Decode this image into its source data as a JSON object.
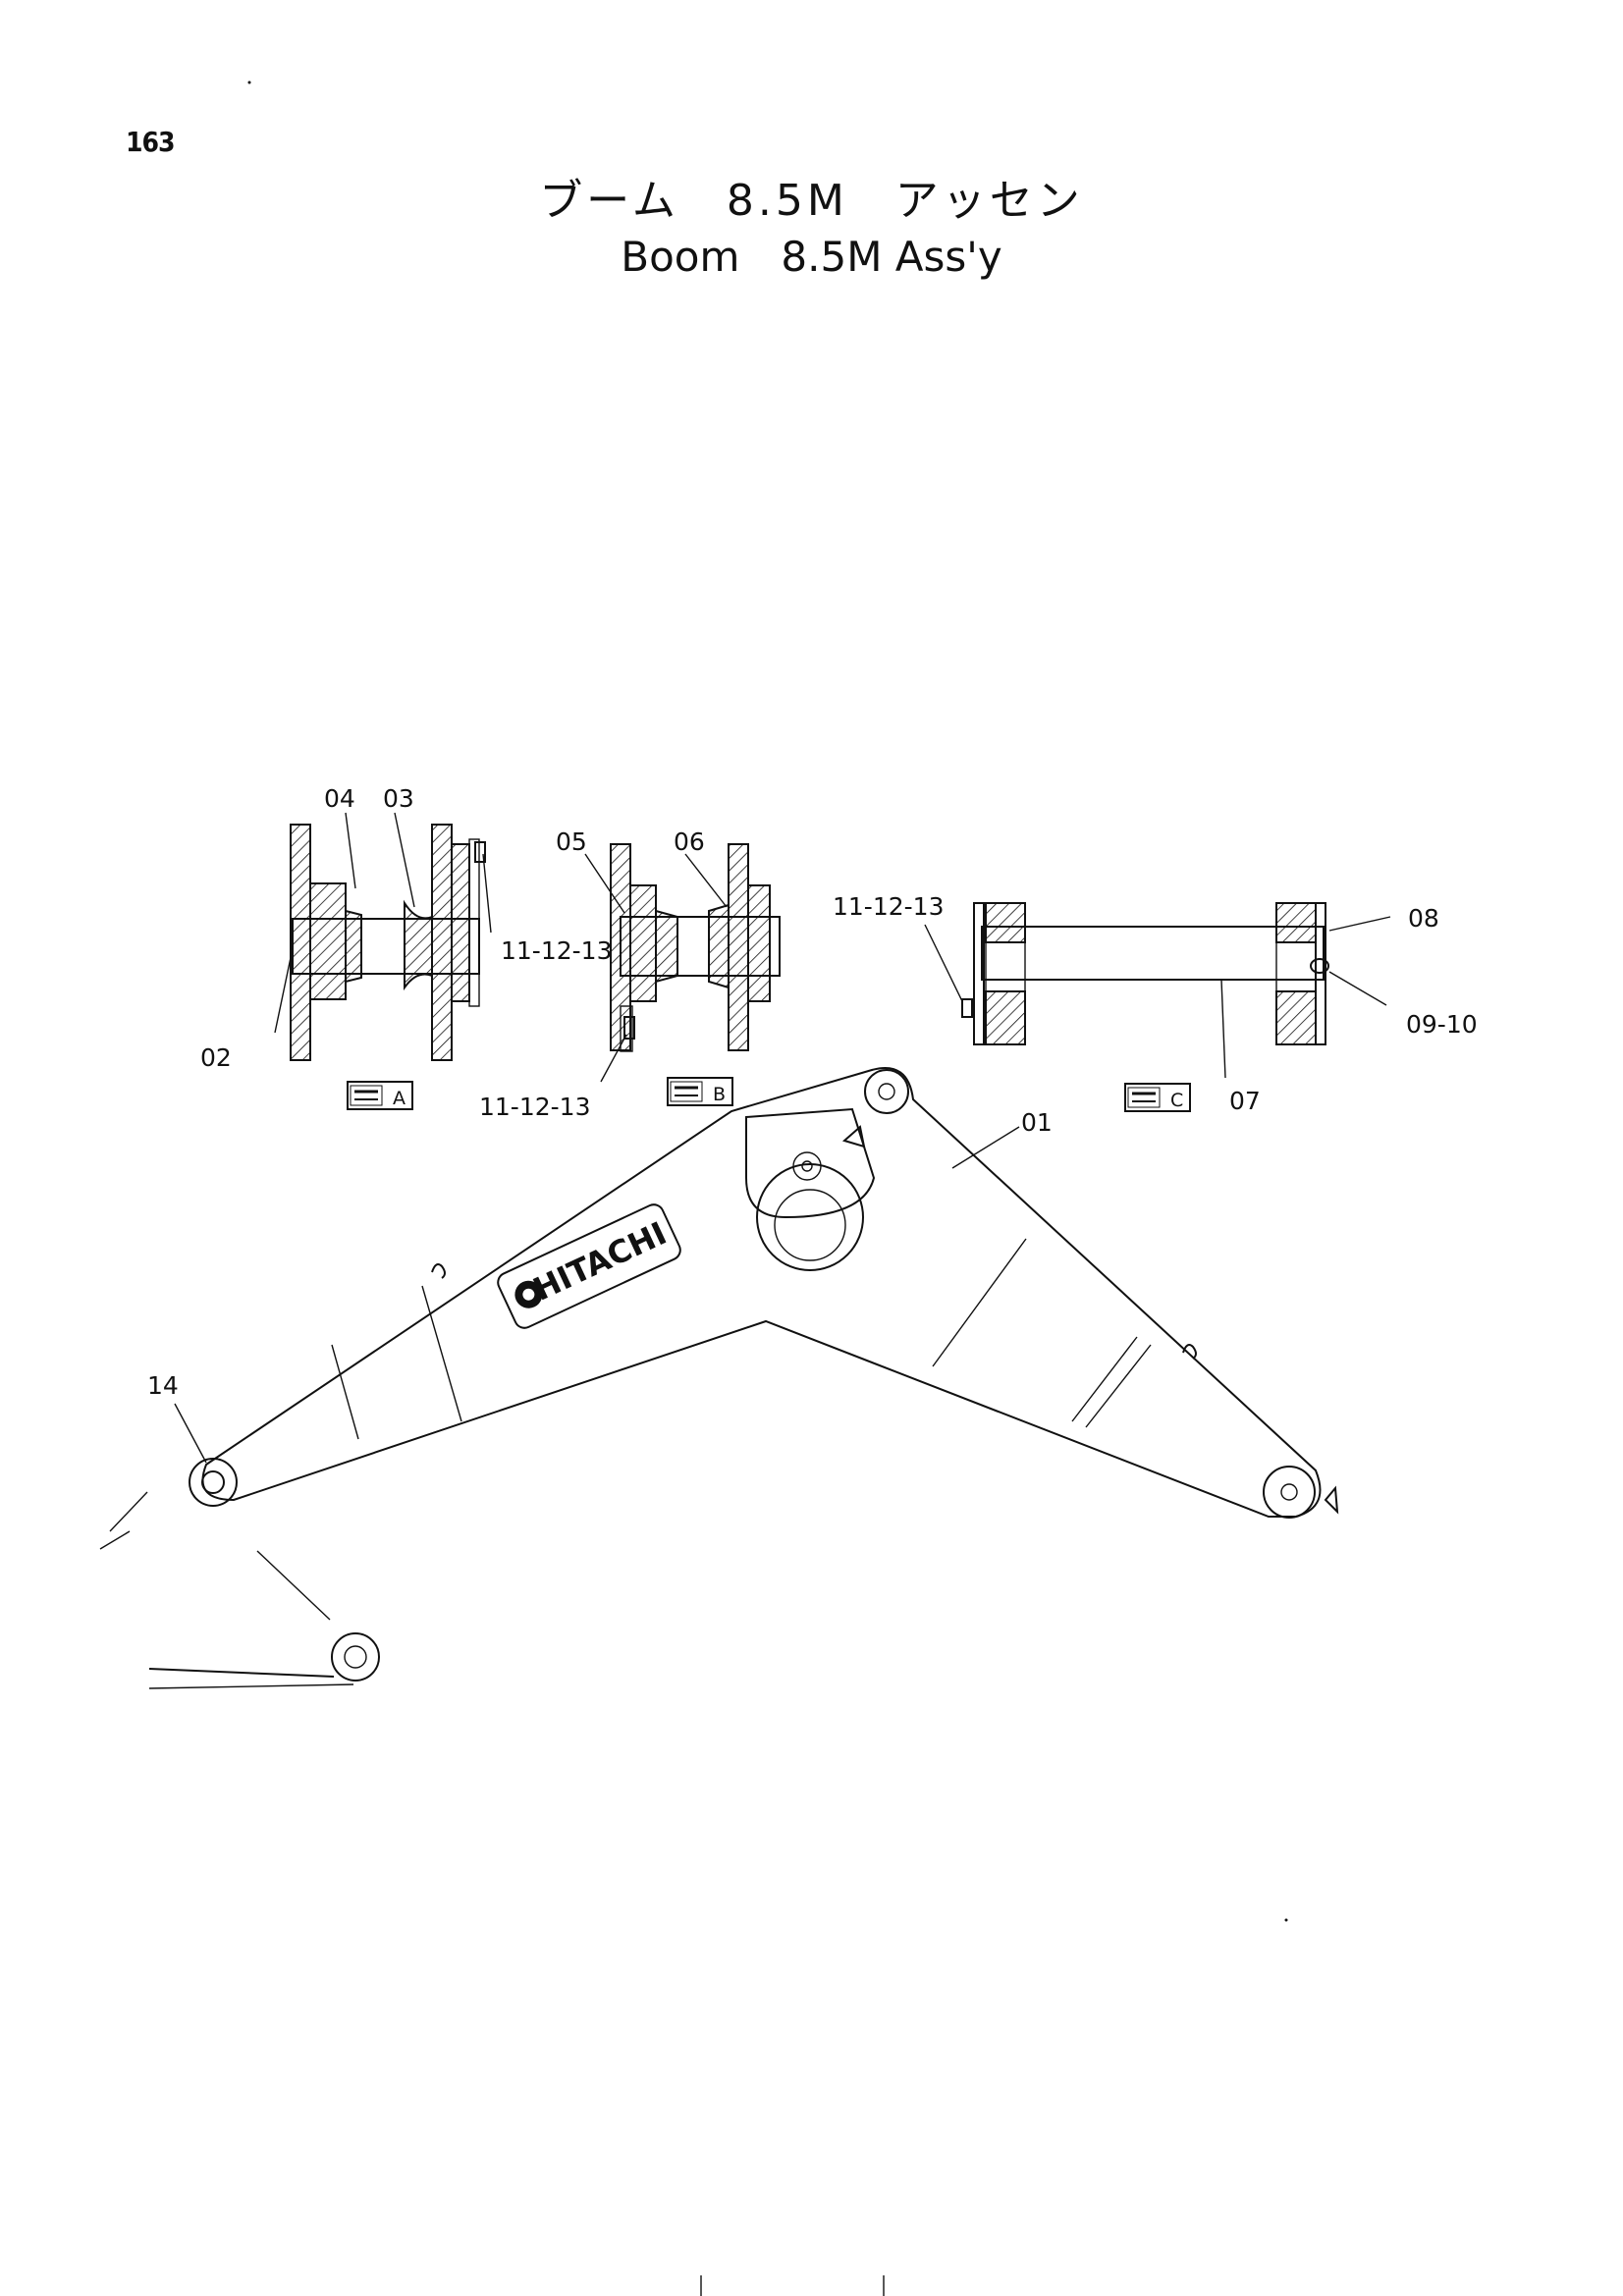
{
  "page": {
    "number": "163"
  },
  "title": {
    "japanese": "ブーム　8.5M　アッセン",
    "english": "Boom　8.5M Ass'y"
  },
  "sections": [
    {
      "tag": "A"
    },
    {
      "tag": "B"
    },
    {
      "tag": "C"
    }
  ],
  "callouts": {
    "c01": "01",
    "c02": "02",
    "c03": "03",
    "c04": "04",
    "c05": "05",
    "c06": "06",
    "c07": "07",
    "c08": "08",
    "c09_10": "09-10",
    "c11_a": "11-12-13",
    "c11_b": "11-12-13",
    "c11_c": "11-12-13",
    "c14": "14"
  },
  "logo": {
    "text": "HITACHI"
  }
}
